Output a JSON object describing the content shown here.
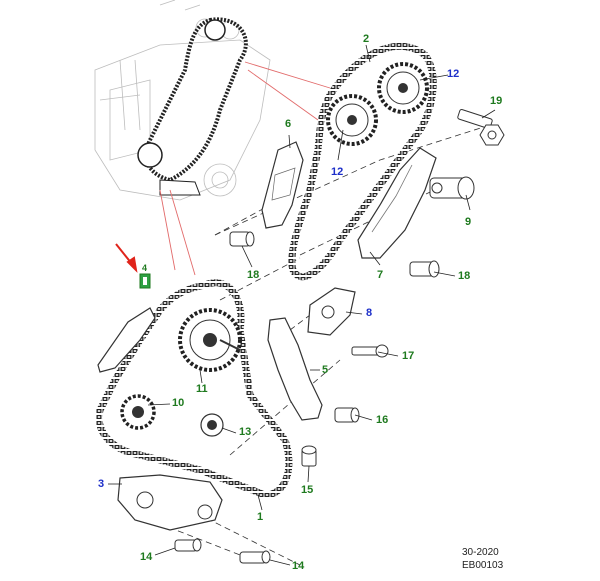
{
  "callouts": {
    "n1": "1",
    "n2": "2",
    "n3": "3",
    "n4": "4",
    "n5": "5",
    "n6": "6",
    "n7": "7",
    "n8": "8",
    "n9": "9",
    "n10": "10",
    "n11": "11",
    "n12a": "12",
    "n12b": "12",
    "n13": "13",
    "n14a": "14",
    "n14b": "14",
    "n15": "15",
    "n16": "16",
    "n17": "17",
    "n18a": "18",
    "n18b": "18",
    "n19": "19"
  },
  "reference": {
    "date_code": "30-2020",
    "image_code": "EB00103"
  },
  "colors": {
    "callout_green": "#1f7a1f",
    "callout_blue": "#1d2fc9",
    "callout_black": "#111111",
    "pointer_arrow": "#e0241b",
    "leader_pink": "#e26b6b"
  }
}
